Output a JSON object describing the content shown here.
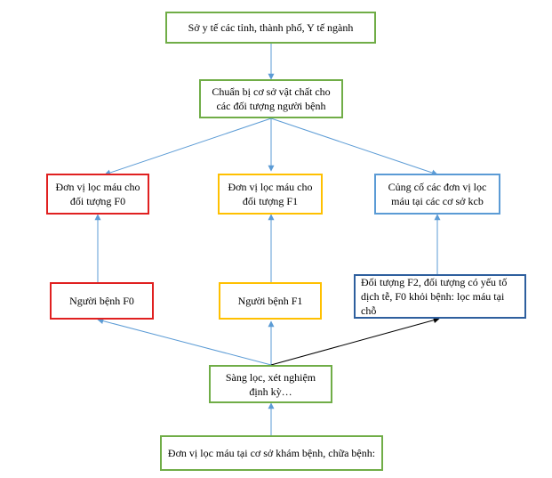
{
  "boxes": {
    "health_dept": "Sở y tế các tỉnh, thành phố, Y tế ngành",
    "prepare_facilities": "Chuẩn bị cơ sở vật chất cho các đối tượng người bệnh",
    "unit_f0": "Đơn vị lọc máu cho đối tượng F0",
    "unit_f1": "Đơn vị lọc máu cho đối tượng F1",
    "consolidate": "Củng cố các đơn vị lọc máu tại các cơ sở kcb",
    "patient_f0": "Người bệnh F0",
    "patient_f1": "Người bệnh F1",
    "other_subjects": "Đối tượng F2, đối tượng có yếu tố dịch tễ, F0 khỏi bệnh: lọc máu tại chỗ",
    "screening": "Sàng lọc, xét nghiệm định kỳ…",
    "dialysis_unit": "Đơn vị lọc máu tại cơ sở khám bệnh, chữa bệnh:"
  },
  "colors": {
    "green": "#70AD47",
    "red": "#E02020",
    "yellow": "#FFC000",
    "light_blue": "#5B9BD5",
    "dark_blue": "#2E5F9E",
    "arrow_blue": "#5B9BD5",
    "arrow_black": "#000000"
  }
}
